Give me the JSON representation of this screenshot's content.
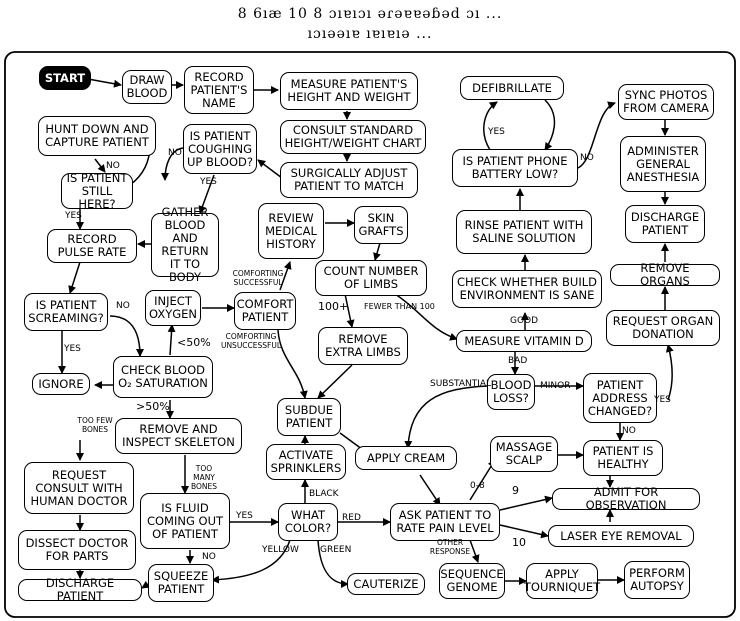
{
  "title": {
    "line1": "8 6ıæ 10 8 ɔıɐıɔı ǝɾǝɐɐǝɓǝd ɔı ...",
    "line2": "ıɔıǝǝıɐ ıɐıɐıǝ ..."
  },
  "nodes": {
    "start": "START",
    "draw_blood": "DRAW BLOOD",
    "record_name": "RECORD PATIENT'S NAME",
    "measure_hw": "MEASURE PATIENT'S HEIGHT AND WEIGHT",
    "consult_chart": "CONSULT STANDARD HEIGHT/WEIGHT CHART",
    "surgically_adjust": "SURGICALLY ADJUST PATIENT TO MATCH",
    "hunt_down": "HUNT DOWN AND CAPTURE PATIENT",
    "coughing": "IS PATIENT COUGHING UP BLOOD?",
    "still_here": "IS PATIENT STILL HERE?",
    "gather_blood": "GATHER BLOOD AND RETURN IT TO BODY",
    "review_history": "REVIEW MEDICAL HISTORY",
    "skin_grafts": "SKIN GRAFTS",
    "count_limbs": "COUNT NUMBER OF LIMBS",
    "record_pulse": "RECORD PULSE RATE",
    "screaming": "IS PATIENT SCREAMING?",
    "inject_oxygen": "INJECT OXYGEN",
    "comfort": "COMFORT PATIENT",
    "remove_limbs": "REMOVE EXTRA LIMBS",
    "ignore": "IGNORE",
    "check_o2": "CHECK BLOOD O₂ SATURATION",
    "remove_skeleton": "REMOVE AND INSPECT SKELETON",
    "subdue": "SUBDUE PATIENT",
    "apply_cream": "APPLY CREAM",
    "activate_sprinklers": "ACTIVATE SPRINKLERS",
    "request_consult": "REQUEST CONSULT WITH HUMAN DOCTOR",
    "fluid": "IS FLUID COMING OUT OF PATIENT",
    "what_color": "WHAT COLOR?",
    "dissect": "DISSECT DOCTOR FOR PARTS",
    "squeeze": "SQUEEZE PATIENT",
    "discharge_left": "DISCHARGE PATIENT",
    "cauterize": "CAUTERIZE",
    "defibrillate": "DEFIBRILLATE",
    "phone_battery": "IS PATIENT PHONE BATTERY LOW?",
    "rinse": "RINSE PATIENT WITH SALINE SOLUTION",
    "check_build": "CHECK WHETHER BUILD ENVIRONMENT IS SANE",
    "measure_vitd": "MEASURE VITAMIN D",
    "blood_loss": "BLOOD LOSS?",
    "address_changed": "PATIENT ADDRESS CHANGED?",
    "sync_photos": "SYNC PHOTOS FROM CAMERA",
    "anesthesia": "ADMINISTER GENERAL ANESTHESIA",
    "discharge_right": "DISCHARGE PATIENT",
    "remove_organs": "REMOVE ORGANS",
    "organ_donation": "REQUEST ORGAN DONATION",
    "massage": "MASSAGE SCALP",
    "healthy": "PATIENT IS HEALTHY",
    "pain_level": "ASK PATIENT TO RATE PAIN LEVEL",
    "admit": "ADMIT FOR OBSERVATION",
    "laser": "LASER EYE REMOVAL",
    "sequence": "SEQUENCE GENOME",
    "tourniquet": "APPLY TOURNIQUET",
    "autopsy": "PERFORM AUTOPSY"
  },
  "edge_labels": {
    "no_coughing": "NO",
    "yes_coughing": "YES",
    "no_still": "NO",
    "yes_still": "YES",
    "no_screaming": "NO",
    "yes_screaming": "YES",
    "comforting_successful": "COMFORTING SUCCESSFUL",
    "comforting_unsuccessful": "COMFORTING UNSUCCESSFUL",
    "lt50": "<50%",
    "gt50": ">50%",
    "too_few": "TOO FEW BONES",
    "too_many": "TOO MANY BONES",
    "limbs_100plus": "100+",
    "fewer_than_100": "FEWER THAN 100",
    "good": "GOOD",
    "bad": "BAD",
    "substantial": "SUBSTANTIAL",
    "minor": "MINOR",
    "yes_phone": "YES",
    "no_phone": "NO",
    "yes_address": "YES",
    "no_address": "NO",
    "black": "BLACK",
    "red": "RED",
    "yellow": "YELLOW",
    "green": "GREEN",
    "yes_fluid": "YES",
    "no_fluid": "NO",
    "pain_0_8": "0-8",
    "pain_9": "9",
    "pain_10": "10",
    "other_response": "OTHER RESPONSE"
  }
}
